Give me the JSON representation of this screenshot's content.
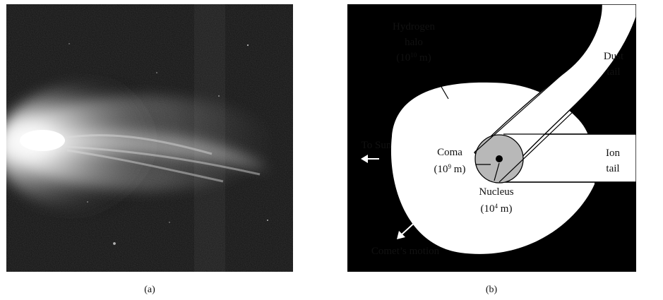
{
  "panels": {
    "a": {
      "caption": "(a)"
    },
    "b": {
      "caption": "(b)",
      "labels": {
        "hydrogen_halo_line1": "Hydrogen",
        "hydrogen_halo_line2": "halo",
        "hydrogen_halo_size_prefix": "(10",
        "hydrogen_halo_size_exp": "10",
        "hydrogen_halo_size_suffix": " m)",
        "dust_tail_line1": "Dust",
        "dust_tail_line2": "tail",
        "to_sun": "To Sun",
        "coma": "Coma",
        "coma_size_prefix": "(10",
        "coma_size_exp": "9",
        "coma_size_suffix": " m)",
        "ion_tail_line1": "Ion",
        "ion_tail_line2": "tail",
        "nucleus": "Nucleus",
        "nucleus_size_prefix": "(10",
        "nucleus_size_exp": "4",
        "nucleus_size_suffix": " m)",
        "comets_motion": "Comet’s motion"
      }
    }
  },
  "colors": {
    "space": "#000000",
    "halo": "#ffffff",
    "coma": "#b8b8b8",
    "nucleus": "#000000",
    "photo_background": "#111111",
    "photo_glow": "#f2f2f2"
  }
}
